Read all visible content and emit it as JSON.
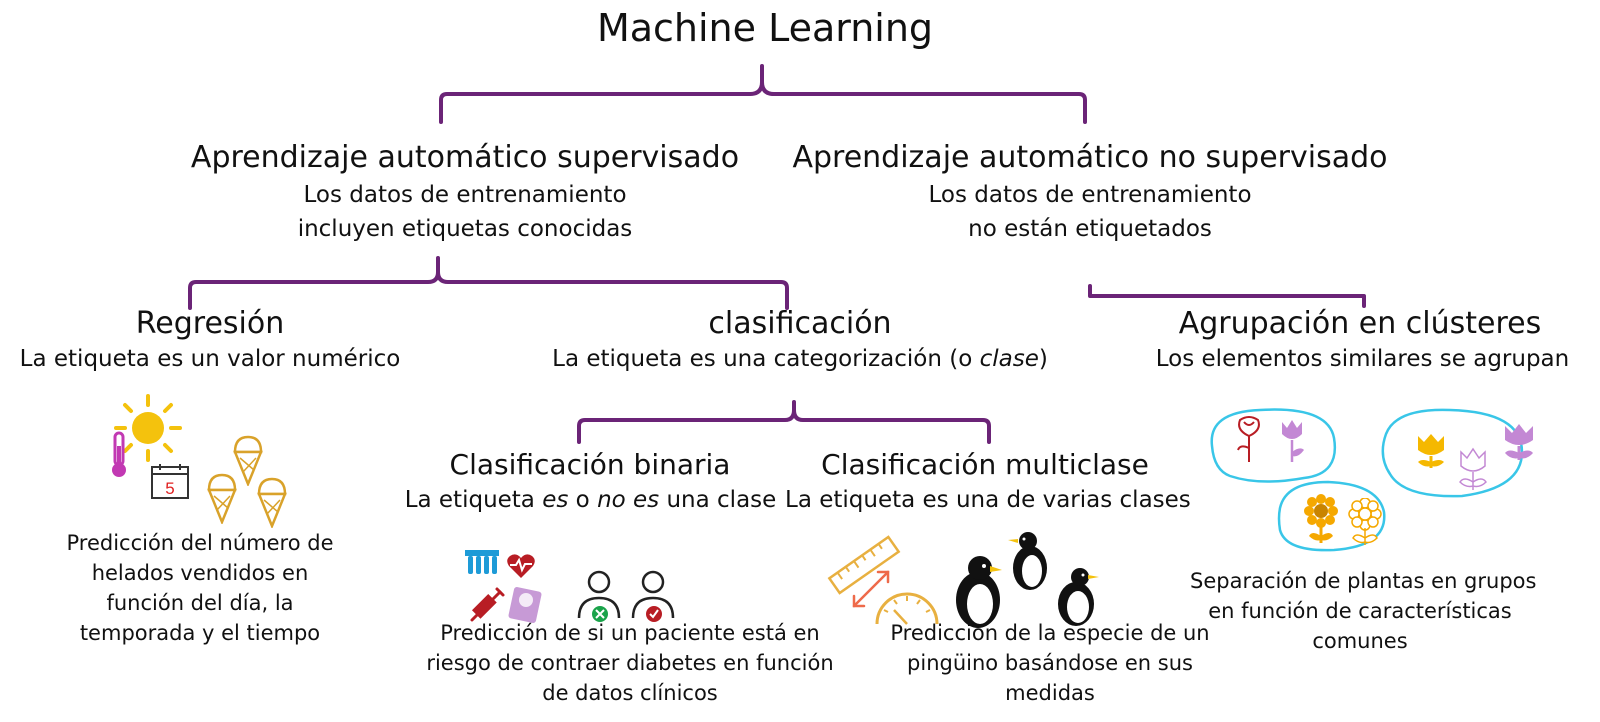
{
  "title": "Machine Learning",
  "supervised": {
    "title": "Aprendizaje automático supervisado",
    "desc": [
      "Los datos de entrenamiento",
      "incluyen etiquetas conocidas"
    ]
  },
  "unsupervised": {
    "title": "Aprendizaje automático no supervisado",
    "desc": [
      "Los datos de entrenamiento",
      "no están etiquetados"
    ]
  },
  "regression": {
    "title": "Regresión",
    "desc": "La etiqueta es un valor numérico",
    "calendar_day": "5",
    "example": [
      "Predicción del número de",
      "helados vendidos en",
      "función del día, la",
      "temporada y el tiempo"
    ]
  },
  "classification": {
    "title": "clasificación",
    "desc_prefix": "La etiqueta es una categorización (o ",
    "desc_em": "clase",
    "desc_suffix": ")"
  },
  "clustering": {
    "title": "Agrupación en clústeres",
    "desc": "Los elementos similares se agrupan",
    "example": [
      "Separación de plantas en grupos",
      "en función de características",
      "comunes"
    ]
  },
  "binary": {
    "title": "Clasificación binaria",
    "desc_p1": "La etiqueta ",
    "desc_em1": "es",
    "desc_p2": " o ",
    "desc_em2": "no es",
    "desc_p3": " una clase",
    "example": [
      "Predicción de si un paciente está en",
      "riesgo de contraer diabetes en función",
      "de datos clínicos"
    ]
  },
  "multiclass": {
    "title": "Clasificación multiclase",
    "desc": "La etiqueta es una de varias clases",
    "example": [
      "Predicción de la especie de un",
      "pingüino basándose en sus",
      "medidas"
    ]
  },
  "colors": {
    "bracket": "#6b2477",
    "sun": "#f4c20d",
    "thermometer": "#c239b3",
    "cone": "#d9a22a",
    "calendar_day": "#e02020",
    "medical_blue": "#1e9bd7",
    "medical_red": "#b81d24",
    "medical_lilac": "#c79ad6",
    "ok_green": "#1aa34a",
    "ruler": "#e8b040",
    "arrow": "#ee6a4a",
    "cluster_outline": "#39c6e8",
    "rose": "#b81d24",
    "tulip_lilac": "#c388d4",
    "tulip_yellow": "#f5b800",
    "flower_orange": "#f5a800"
  },
  "icons": [
    "sun-icon",
    "thermometer-icon",
    "calendar-icon",
    "ice-cream-icon",
    "test-tubes-icon",
    "heart-rate-icon",
    "syringe-icon",
    "scale-icon",
    "patient-icon",
    "ruler-icon",
    "gauge-icon",
    "penguin-icon",
    "rose-icon",
    "tulip-icon",
    "sunflower-icon"
  ]
}
